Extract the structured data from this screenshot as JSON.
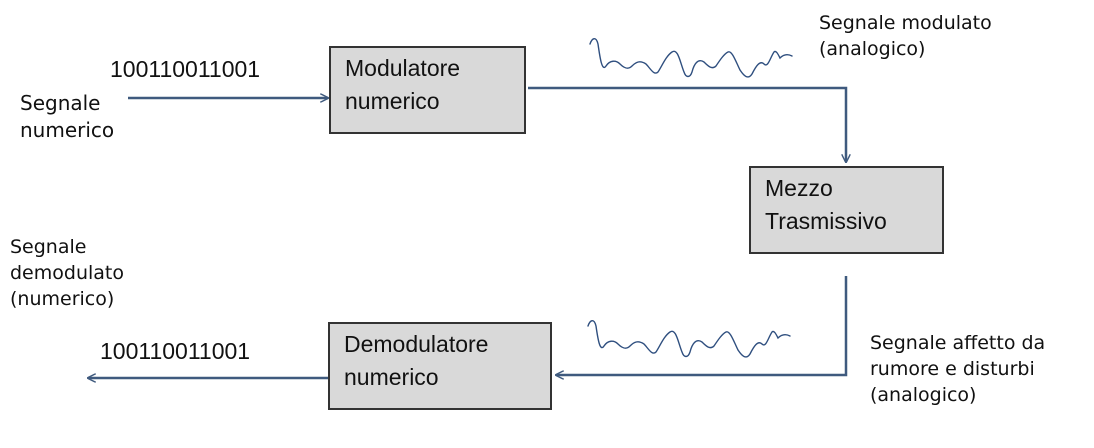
{
  "colors": {
    "box_fill": "#d9d9d9",
    "box_border": "#333333",
    "arrow": "#3f5a7e",
    "wave": "#2f4f7f"
  },
  "input": {
    "bits": "100110011001",
    "label": [
      "Segnale",
      "numerico"
    ]
  },
  "modulator": {
    "label": [
      "Modulatore",
      "numerico"
    ]
  },
  "modulated_signal": {
    "label": [
      "Segnale modulato",
      "(analogico)"
    ]
  },
  "medium": {
    "label": [
      "Mezzo",
      "Trasmissivo"
    ]
  },
  "noisy_signal": {
    "label": [
      "Segnale affetto da",
      "rumore e disturbi",
      "(analogico)"
    ]
  },
  "demodulator": {
    "label": [
      "Demodulatore",
      "numerico"
    ]
  },
  "output": {
    "label": [
      "Segnale",
      "demodulato",
      "(numerico)"
    ],
    "bits": "100110011001"
  }
}
